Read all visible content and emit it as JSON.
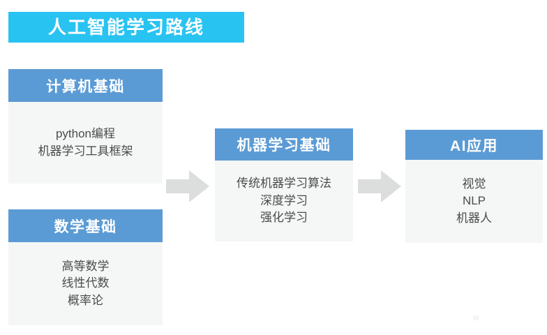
{
  "page": {
    "title": "人工智能学习路线",
    "background_color": "#ffffff",
    "banner_color": "#29c3f2",
    "card_header_color": "#5b9bd5",
    "card_body_color": "#f5f6f6",
    "arrow_color": "#dcdddd",
    "body_text_color": "#4b4b4b"
  },
  "cards": [
    {
      "id": "computer-science",
      "header": "计算机基础",
      "items": [
        "python编程",
        "机器学习工具框架"
      ]
    },
    {
      "id": "mathematics",
      "header": "数学基础",
      "items": [
        "高等数学",
        "线性代数",
        "概率论"
      ]
    },
    {
      "id": "machine-learning",
      "header": "机器学习基础",
      "items": [
        "传统机器学习算法",
        "深度学习",
        "强化学习"
      ]
    },
    {
      "id": "ai-applications",
      "header": "AI应用",
      "items": [
        "视觉",
        "NLP",
        "机器人"
      ]
    }
  ],
  "arrows": [
    {
      "id": "arrow-foundations-to-ml",
      "direction": "right"
    },
    {
      "id": "arrow-ml-to-ai",
      "direction": "right"
    }
  ]
}
